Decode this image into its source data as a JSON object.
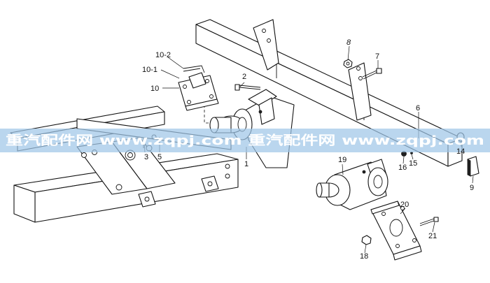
{
  "labels": {
    "l1": "1",
    "l2": "2",
    "l3": "3",
    "l5": "5",
    "l6": "6",
    "l7": "7",
    "l8": "8",
    "l9": "9",
    "l10": "10",
    "l10_1": "10-1",
    "l10_2": "10-2",
    "l14": "14",
    "l15": "15",
    "l16": "16",
    "l18": "18",
    "l19": "19",
    "l20": "20",
    "l21": "21"
  },
  "watermark": {
    "text": "重汽配件网 www.zqpj.com 重汽配件网 www.zqpj.com",
    "color": "#9fc6e8"
  }
}
